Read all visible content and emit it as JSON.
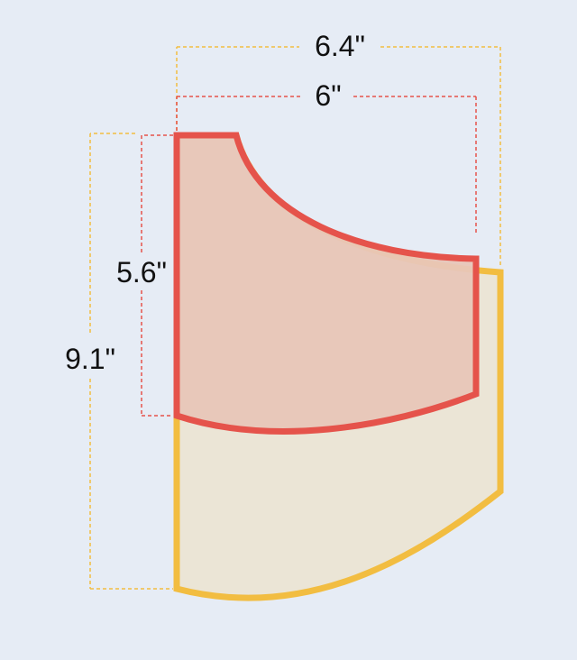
{
  "colors": {
    "background": "#e6ecf5",
    "large_piece_stroke": "#f2bd41",
    "large_piece_fill": "#ebe5d6",
    "small_piece_stroke": "#e5534b",
    "small_piece_fill": "#e8c6b8"
  },
  "dimensions": {
    "large_width": "6.4\"",
    "small_width": "6\"",
    "small_height": "5.6\"",
    "large_height": "9.1\""
  }
}
